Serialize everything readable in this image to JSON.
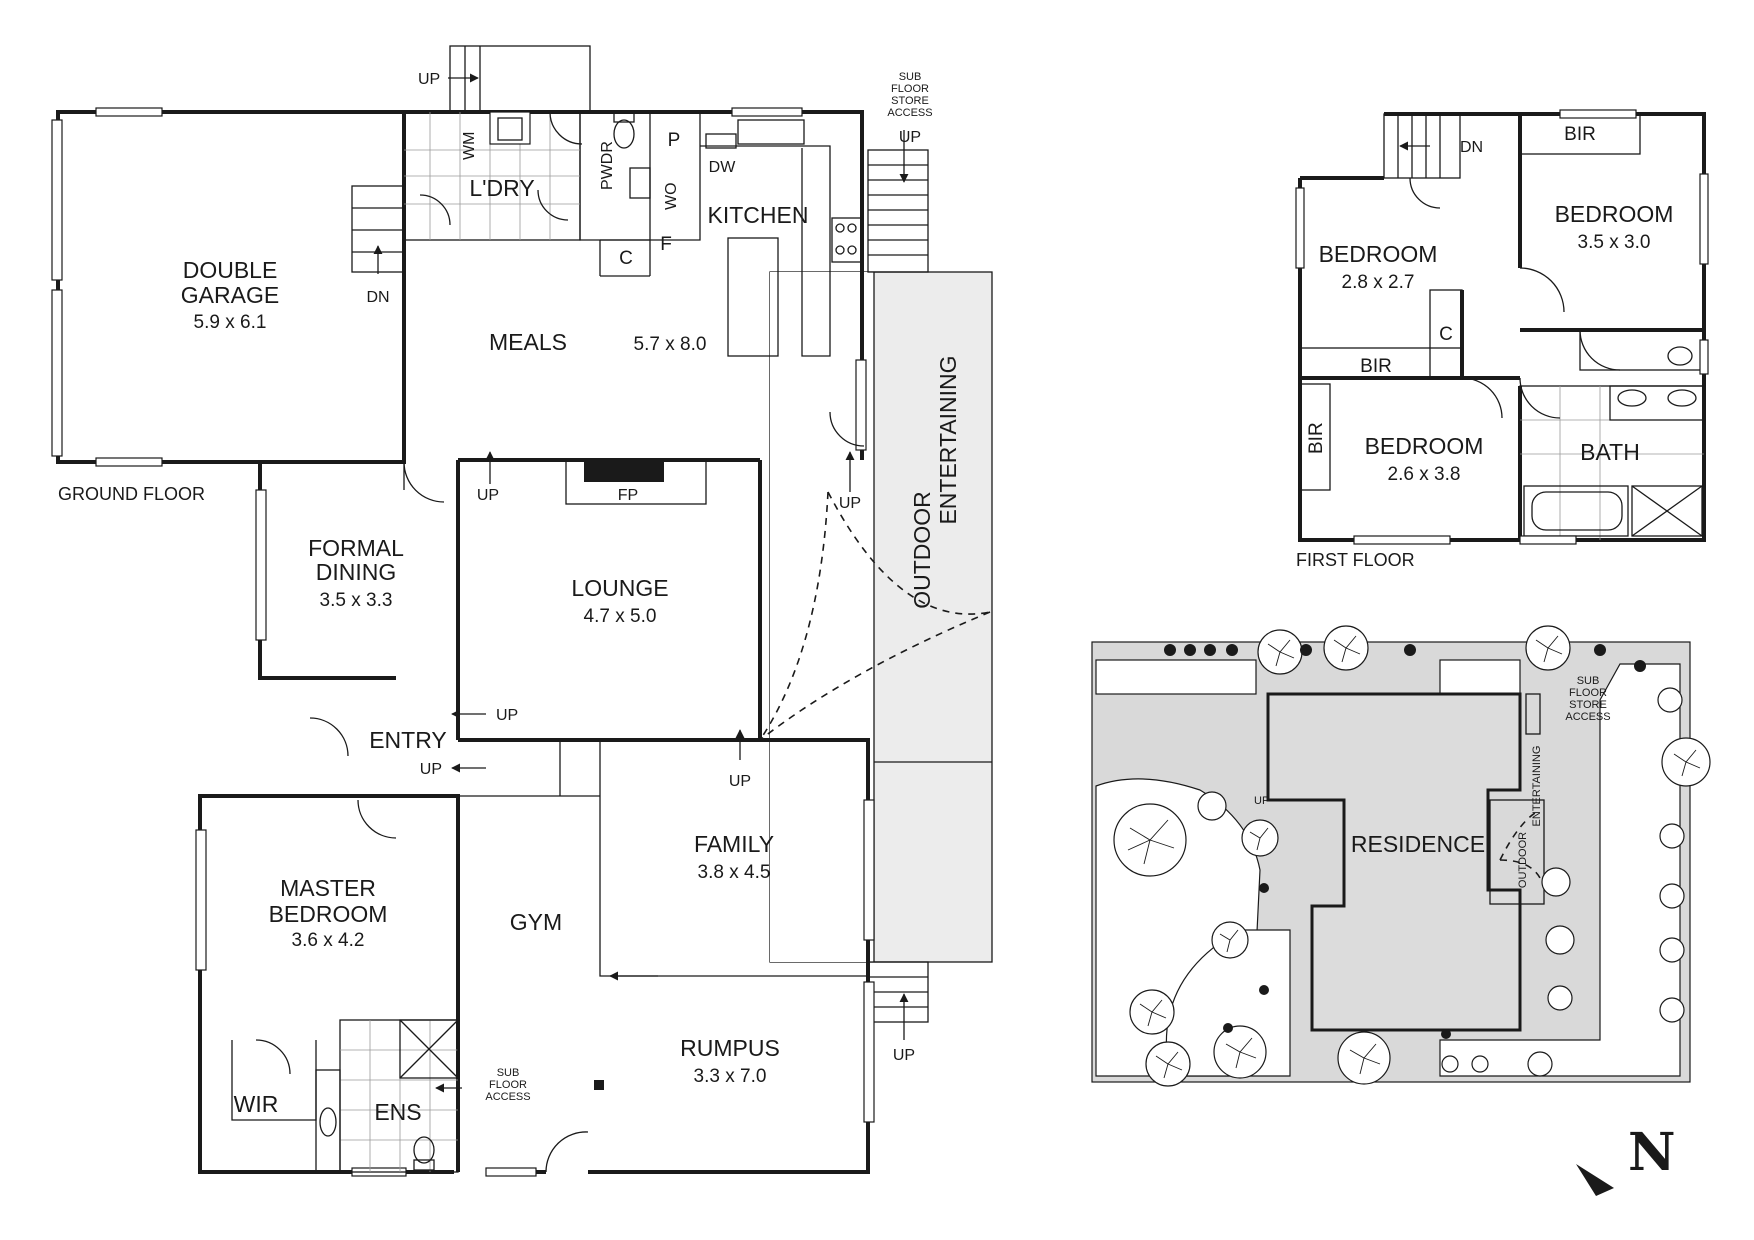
{
  "ground_floor": {
    "label": "GROUND FLOOR",
    "rooms": {
      "double_garage_name_1": "DOUBLE",
      "double_garage_name_2": "GARAGE",
      "double_garage_dim": "5.9 x 6.1",
      "laundry": "L'DRY",
      "wm": "WM",
      "pwdr": "PWDR",
      "wo": "WO",
      "pantry": "P",
      "fridge": "F",
      "cupboard": "C",
      "dw": "DW",
      "kitchen": "KITCHEN",
      "meals": "MEALS",
      "meals_dim": "5.7 x 8.0",
      "outdoor_1": "OUTDOOR",
      "outdoor_2": "ENTERTAINING",
      "fp": "FP",
      "formal_dining_1": "FORMAL",
      "formal_dining_2": "DINING",
      "formal_dining_dim": "3.5 x 3.3",
      "lounge": "LOUNGE",
      "lounge_dim": "4.7 x 5.0",
      "entry": "ENTRY",
      "family": "FAMILY",
      "family_dim": "3.8 x 4.5",
      "master_1": "MASTER",
      "master_2": "BEDROOM",
      "master_dim": "3.6 x 4.2",
      "gym": "GYM",
      "rumpus": "RUMPUS",
      "rumpus_dim": "3.3 x 7.0",
      "wir": "WIR",
      "ens": "ENS"
    },
    "stair_labels": {
      "up": "UP",
      "dn": "DN"
    },
    "sub_floor_store_access": [
      "SUB",
      "FLOOR",
      "STORE",
      "ACCESS"
    ],
    "sub_floor_access": [
      "SUB",
      "FLOOR",
      "ACCESS"
    ]
  },
  "first_floor": {
    "label": "FIRST FLOOR",
    "dn": "DN",
    "bir": "BIR",
    "cupboard": "C",
    "bedroom": "BEDROOM",
    "bedroom_a_dim": "2.8 x 2.7",
    "bedroom_b_dim": "3.5 x 3.0",
    "bedroom_c_dim": "2.6 x 3.8",
    "bath": "BATH"
  },
  "site_plan": {
    "residence": "RESIDENCE",
    "up": "UP",
    "outdoor_1": "OUTDOOR",
    "outdoor_2": "ENTERTAINING",
    "sub_floor_store_access": [
      "SUB",
      "FLOOR",
      "STORE",
      "ACCESS"
    ]
  },
  "north": "N"
}
